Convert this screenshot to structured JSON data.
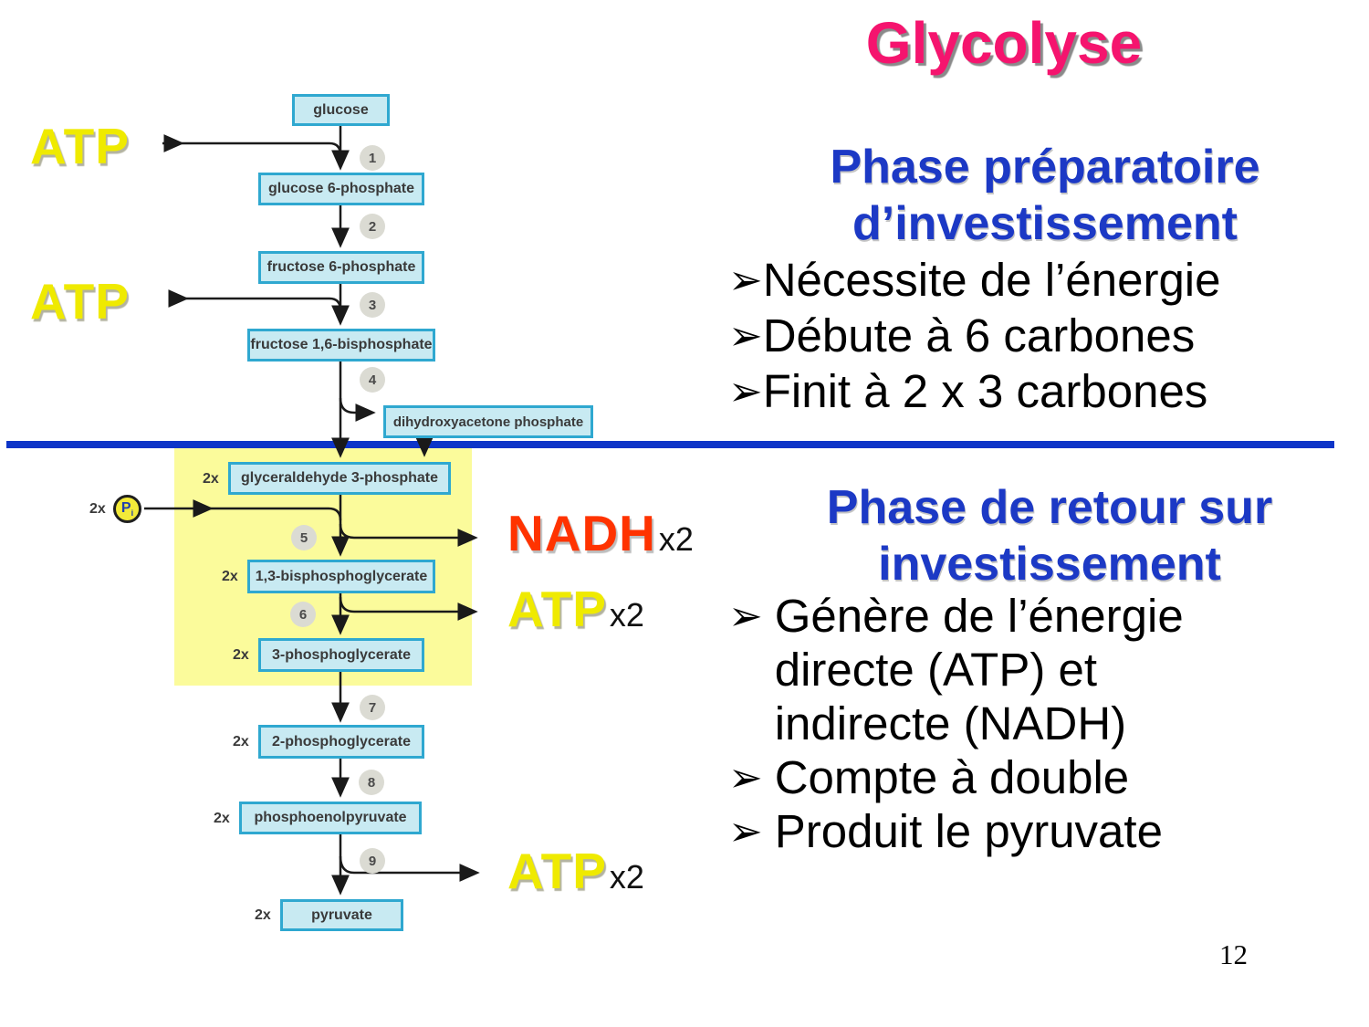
{
  "slide": {
    "title": "Glycolyse",
    "page_number": "12"
  },
  "colors": {
    "title_pink": "#f5146e",
    "heading_blue": "#1c39c5",
    "divider_blue": "#0d35c8",
    "atp_yellow": "#efea00",
    "nadh_red": "#ff3300",
    "box_fill": "#c8eaf2",
    "box_border": "#2fa8d0",
    "highlight_yellow": "#fbfb9b",
    "step_circle_gray": "#dbdbd3"
  },
  "diagram": {
    "multiplier": "2x",
    "pi": {
      "main": "P",
      "sub": "i"
    },
    "steps": [
      "1",
      "2",
      "3",
      "4",
      "5",
      "6",
      "7",
      "8",
      "9"
    ],
    "boxes": [
      {
        "label": "glucose"
      },
      {
        "label": "glucose 6-phosphate"
      },
      {
        "label": "fructose 6-phosphate"
      },
      {
        "label": "fructose 1,6-bisphosphate"
      },
      {
        "label": "dihydroxyacetone phosphate"
      },
      {
        "label": "glyceraldehyde 3-phosphate"
      },
      {
        "label": "1,3-bisphosphoglycerate"
      },
      {
        "label": "3-phosphoglycerate"
      },
      {
        "label": "2-phosphoglycerate"
      },
      {
        "label": "phosphoenolpyruvate"
      },
      {
        "label": "pyruvate"
      }
    ],
    "cofactors": {
      "atp": "ATP",
      "nadh": "NADH",
      "x2": "x2"
    }
  },
  "phases": {
    "bullet": "➢",
    "phase1": {
      "title": "Phase préparatoire\nd’investissement",
      "items": [
        "Nécessite de l’énergie",
        "Débute à 6 carbones",
        "Finit à 2 x 3 carbones"
      ]
    },
    "phase2": {
      "title": "Phase de retour sur\ninvestissement",
      "items": [
        "Génère de l’énergie\ndirecte (ATP) et\nindirecte (NADH)",
        "Compte à double",
        "Produit le pyruvate"
      ]
    }
  }
}
